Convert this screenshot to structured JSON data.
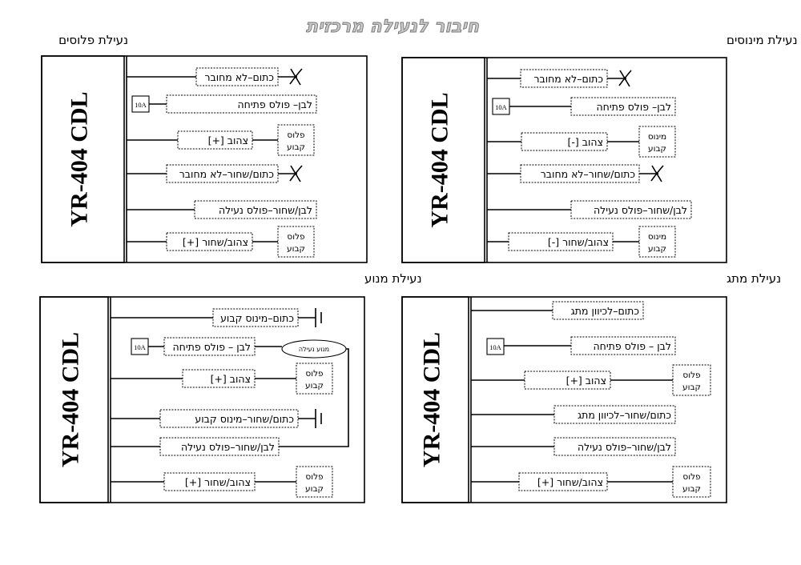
{
  "title": "חיבור לנעילה מרכזית",
  "fuse_label": "10A",
  "panels": [
    {
      "id": "plus",
      "heading": "נעילת פלוסים",
      "device": "YR-404 CDL",
      "rows": [
        {
          "label": "כתום–לא מחובר",
          "end": "cross"
        },
        {
          "label": "לבן– פולס פתיחה",
          "fuse": true
        },
        {
          "label": "צהוב [+]",
          "side": "פלוס קבוע"
        },
        {
          "label": "כתום/שחור–לא מחובר",
          "end": "cross"
        },
        {
          "label": "לבן/שחור–פולס נעילה"
        },
        {
          "label": "צהוב/שחור [+]",
          "side": "פלוס קבוע"
        }
      ]
    },
    {
      "id": "minus",
      "heading": "נעילת מינוסים",
      "device": "YR-404 CDL",
      "rows": [
        {
          "label": "כתום–לא מחובר",
          "end": "cross"
        },
        {
          "label": "לבן– פולס פתיחה",
          "fuse": true
        },
        {
          "label": "צהוב [-]",
          "side": "מינוס קבוע"
        },
        {
          "label": "כתום/שחור–לא מחובר",
          "end": "cross"
        },
        {
          "label": "לבן/שחור–פולס נעילה"
        },
        {
          "label": "צהוב/שחור [-]",
          "side": "מינוס קבוע"
        }
      ]
    },
    {
      "id": "motor",
      "heading": "נעילת מנוע",
      "device": "YR-404  CDL",
      "motor_label": "מנוע נעילה",
      "rows": [
        {
          "label": "כתום–מינוס קבוע",
          "end": "ground"
        },
        {
          "label": "לבן – פולס פתיחה",
          "fuse": true
        },
        {
          "label": "צהוב [+]",
          "side": "פלוס קבוע"
        },
        {
          "label": "כתום/שחור–מינוס קבוע",
          "end": "ground"
        },
        {
          "label": "לבן/שחור–פולס נעילה"
        },
        {
          "label": "צהוב/שחור [+]",
          "side": "פלוס קבוע"
        }
      ]
    },
    {
      "id": "switch",
      "heading": "נעילת מתג",
      "device": "YR-404  CDL",
      "rows": [
        {
          "label": "כתום–לכיוון מתג"
        },
        {
          "label": "לבן – פולס פתיחה",
          "fuse": true
        },
        {
          "label": "צהוב [+]",
          "side": "פלוס קבוע"
        },
        {
          "label": "כתום/שחור–לכיוון מתג"
        },
        {
          "label": "לבן/שחור–פולס נעילה"
        },
        {
          "label": "צהוב/שחור [+]",
          "side": "פלוס קבוע"
        }
      ]
    }
  ]
}
